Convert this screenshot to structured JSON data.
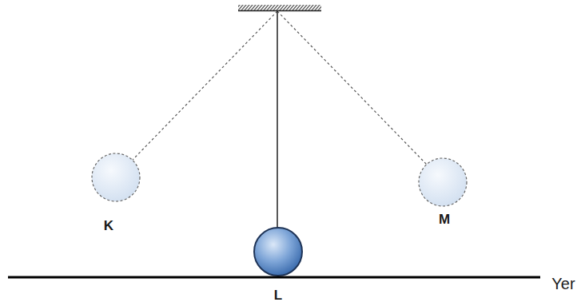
{
  "diagram": {
    "labels": [
      "K",
      "M",
      "L",
      "Yer"
    ]
  }
}
